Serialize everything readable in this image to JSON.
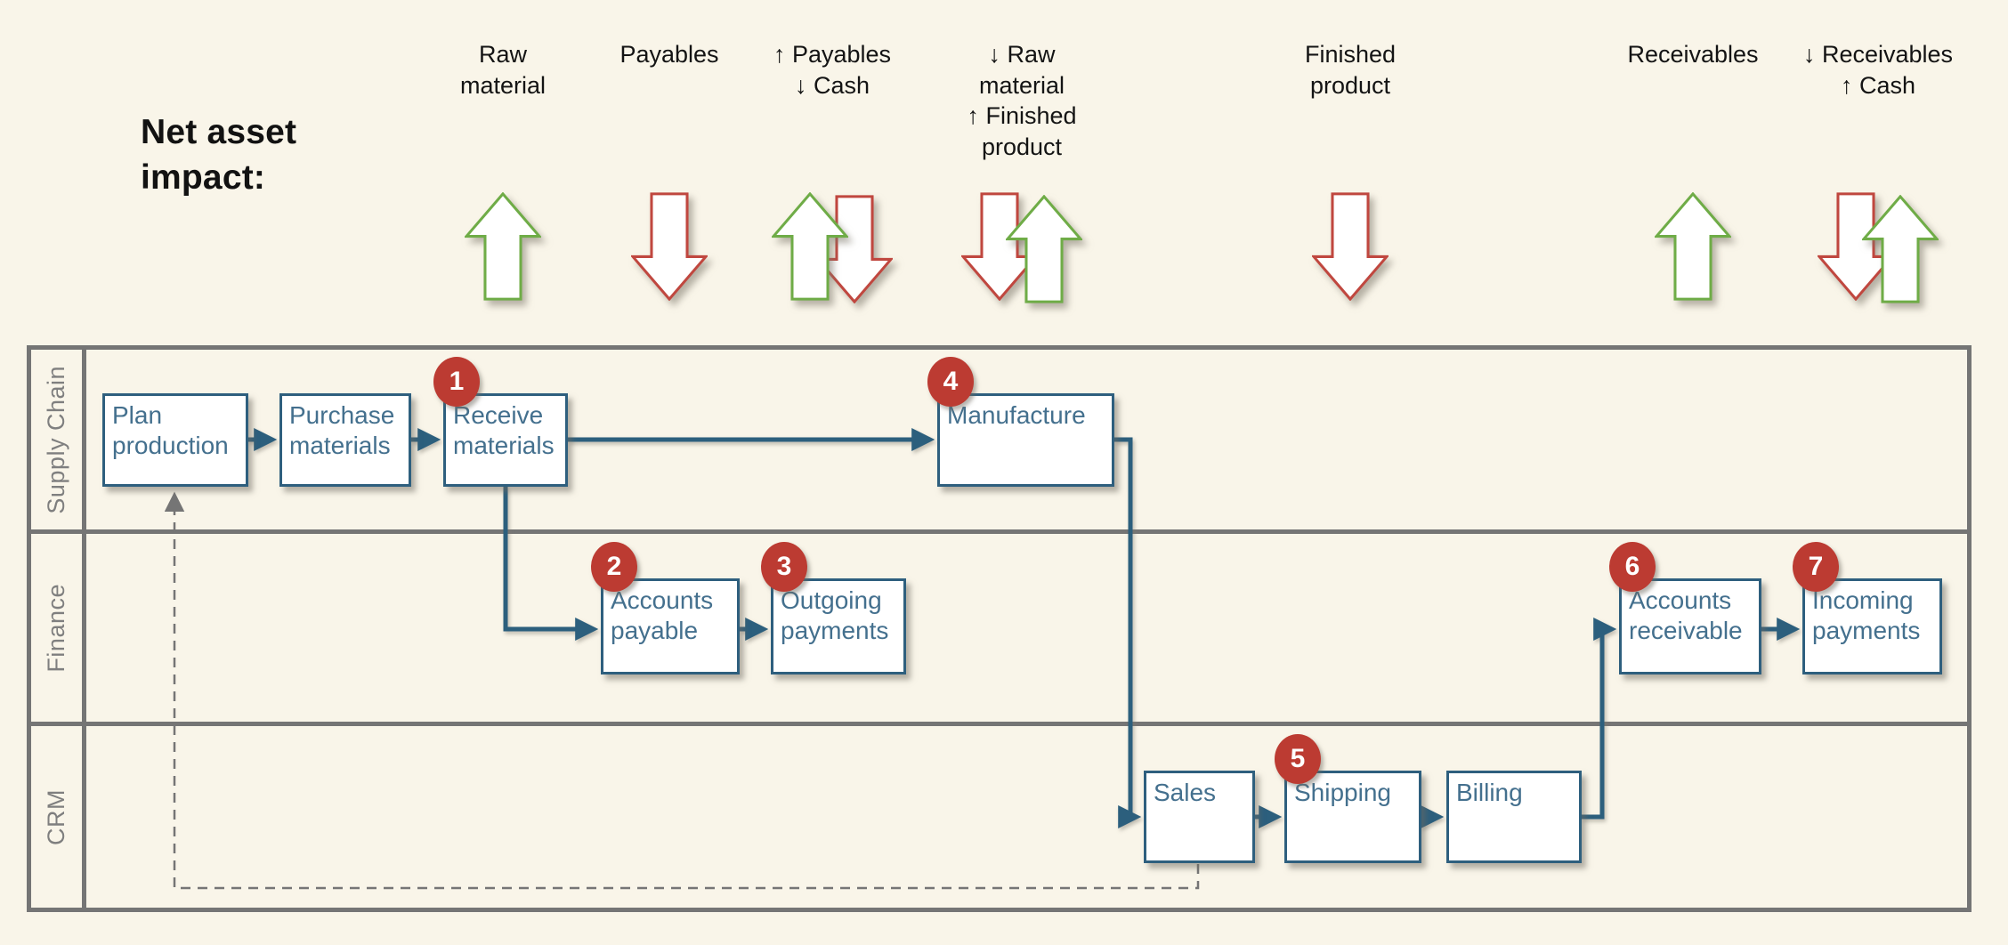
{
  "title": "Net asset\nimpact:",
  "net_impact": {
    "items": [
      {
        "label": "Raw\nmaterial",
        "arrows": [
          {
            "dir": "up",
            "color": "green"
          }
        ]
      },
      {
        "label": "Payables",
        "arrows": [
          {
            "dir": "down",
            "color": "red"
          }
        ]
      },
      {
        "label": "↑ Payables\n↓ Cash",
        "arrows": [
          {
            "dir": "up",
            "color": "green"
          },
          {
            "dir": "down",
            "color": "red"
          }
        ]
      },
      {
        "label": "↓ Raw\nmaterial\n↑ Finished\nproduct",
        "arrows": [
          {
            "dir": "down",
            "color": "red"
          },
          {
            "dir": "up",
            "color": "green"
          }
        ]
      },
      {
        "label": "Finished\nproduct",
        "arrows": [
          {
            "dir": "down",
            "color": "red"
          }
        ]
      },
      {
        "label": "Receivables",
        "arrows": [
          {
            "dir": "up",
            "color": "green"
          }
        ]
      },
      {
        "label": "↓ Receivables\n↑ Cash",
        "arrows": [
          {
            "dir": "down",
            "color": "red"
          },
          {
            "dir": "up",
            "color": "green"
          }
        ]
      }
    ]
  },
  "lanes": [
    {
      "label": "Supply Chain"
    },
    {
      "label": "Finance"
    },
    {
      "label": "CRM"
    }
  ],
  "boxes": [
    {
      "label": "Plan production"
    },
    {
      "label": "Purchase materials"
    },
    {
      "label": "Receive materials",
      "badge": "1"
    },
    {
      "label": "Manufacture",
      "badge": "4"
    },
    {
      "label": "Accounts payable",
      "badge": "2"
    },
    {
      "label": "Outgoing payments",
      "badge": "3"
    },
    {
      "label": "Accounts receivable",
      "badge": "6"
    },
    {
      "label": "Incoming payments",
      "badge": "7"
    },
    {
      "label": "Sales"
    },
    {
      "label": "Shipping",
      "badge": "5"
    },
    {
      "label": "Billing"
    }
  ],
  "colors": {
    "background": "#F9F5E9",
    "green": "#6FAC47",
    "red": "#C0473F",
    "badge": "#BC3B32",
    "box_border": "#2E5F7E",
    "box_text": "#44708E",
    "connector": "#2C5F7D",
    "lane_border": "#757575",
    "lane_label": "#7F7F7F",
    "dashed_line": "#757575"
  }
}
